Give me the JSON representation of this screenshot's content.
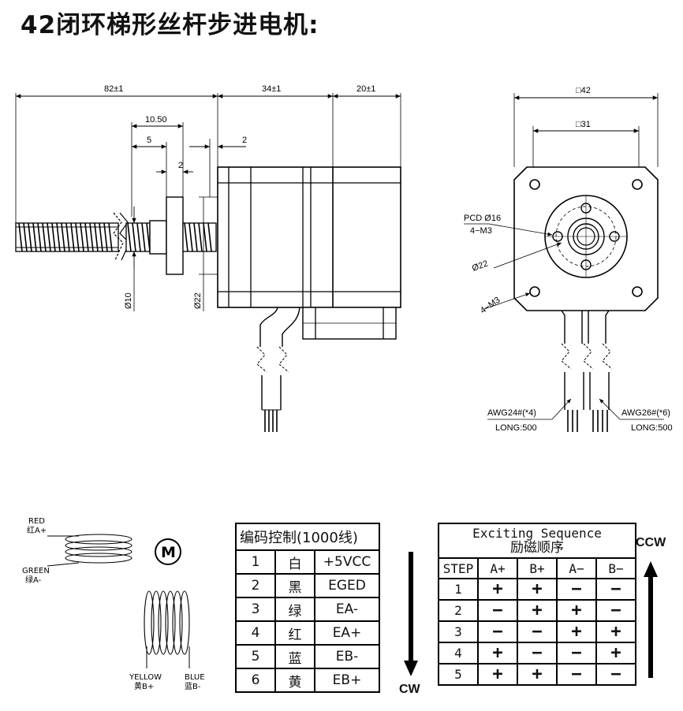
{
  "title": "42闭环梯形丝杆步进电机:",
  "side_view": {
    "dims": {
      "d82": "82±1",
      "d34": "34±1",
      "d20": "20±1",
      "d10_50": "10.50",
      "d5": "5",
      "d2a": "2",
      "d2b": "2",
      "phi10": "Ø10",
      "phi22": "Ø22"
    }
  },
  "front_view": {
    "dims": {
      "sq42": "□42",
      "sq31": "□31",
      "pcd": "PCD Ø16",
      "pcd_thread": "4−M3",
      "phi22": "Ø22",
      "corner_thread": "4−M3",
      "awg_left": "AWG24#(*4)",
      "long_left": "LONG:500",
      "awg_right": "AWG26#(*6)",
      "long_right": "LONG:500"
    }
  },
  "wiring": {
    "red": "RED",
    "red_cn": "红A+",
    "green": "GREEN",
    "green_cn": "绿A-",
    "motor": "M",
    "yellow": "YELLOW",
    "yellow_cn": "黄B+",
    "blue": "BLUE",
    "blue_cn": "蓝B-"
  },
  "encoder_table": {
    "header": "编码控制(1000线)",
    "rows": [
      {
        "no": "1",
        "color": "白",
        "signal": "+5VCC"
      },
      {
        "no": "2",
        "color": "黑",
        "signal": "EGED"
      },
      {
        "no": "3",
        "color": "绿",
        "signal": "EA-"
      },
      {
        "no": "4",
        "color": "红",
        "signal": "EA+"
      },
      {
        "no": "5",
        "color": "蓝",
        "signal": "EB-"
      },
      {
        "no": "6",
        "color": "黄",
        "signal": "EB+"
      }
    ]
  },
  "sequence_table": {
    "header_en": "Exciting Sequence",
    "header_cn": "励磁顺序",
    "columns": [
      "STEP",
      "A+",
      "B+",
      "A−",
      "B−"
    ],
    "rows": [
      [
        "1",
        "+",
        "+",
        "−",
        "−"
      ],
      [
        "2",
        "−",
        "+",
        "+",
        "−"
      ],
      [
        "3",
        "−",
        "−",
        "+",
        "+"
      ],
      [
        "4",
        "+",
        "−",
        "−",
        "+"
      ],
      [
        "5",
        "+",
        "+",
        "−",
        "−"
      ]
    ]
  },
  "cw_label": "CW",
  "ccw_label": "CCW"
}
